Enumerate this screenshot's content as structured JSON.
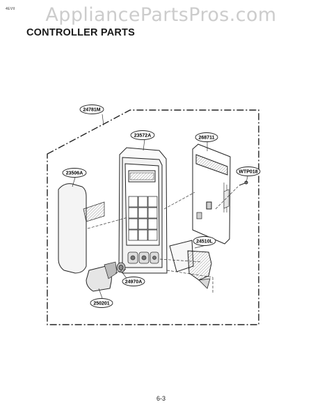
{
  "header": {
    "revision_mark": "4EVII",
    "watermark": "AppliancePartsPros.com",
    "title": "CONTROLLER PARTS"
  },
  "diagram": {
    "callouts": [
      {
        "id": "24781M",
        "label": "24781M"
      },
      {
        "id": "23572A",
        "label": "23572A"
      },
      {
        "id": "268711",
        "label": "268711"
      },
      {
        "id": "23506A",
        "label": "23506A"
      },
      {
        "id": "WTP018",
        "label": "WTP018"
      },
      {
        "id": "24510L",
        "label": "24510L"
      },
      {
        "id": "24970A",
        "label": "24970A"
      },
      {
        "id": "250201",
        "label": "250201"
      }
    ]
  },
  "footer": {
    "page_number": "6-3"
  }
}
